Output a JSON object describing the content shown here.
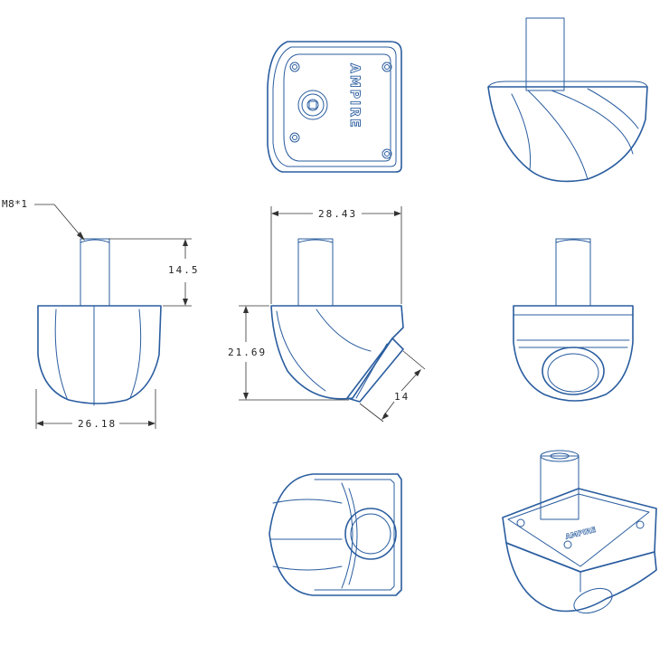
{
  "brand": {
    "logo_text": "AMPIRE"
  },
  "dimensions": {
    "thread_spec": "M8*1",
    "thread_length": "14.5",
    "front_width": "26.18",
    "side_width": "28.43",
    "side_height": "21.69",
    "lens_size": "14"
  },
  "colors": {
    "line": "#2a5d9f",
    "dimension": "#333333",
    "background": "#ffffff"
  }
}
